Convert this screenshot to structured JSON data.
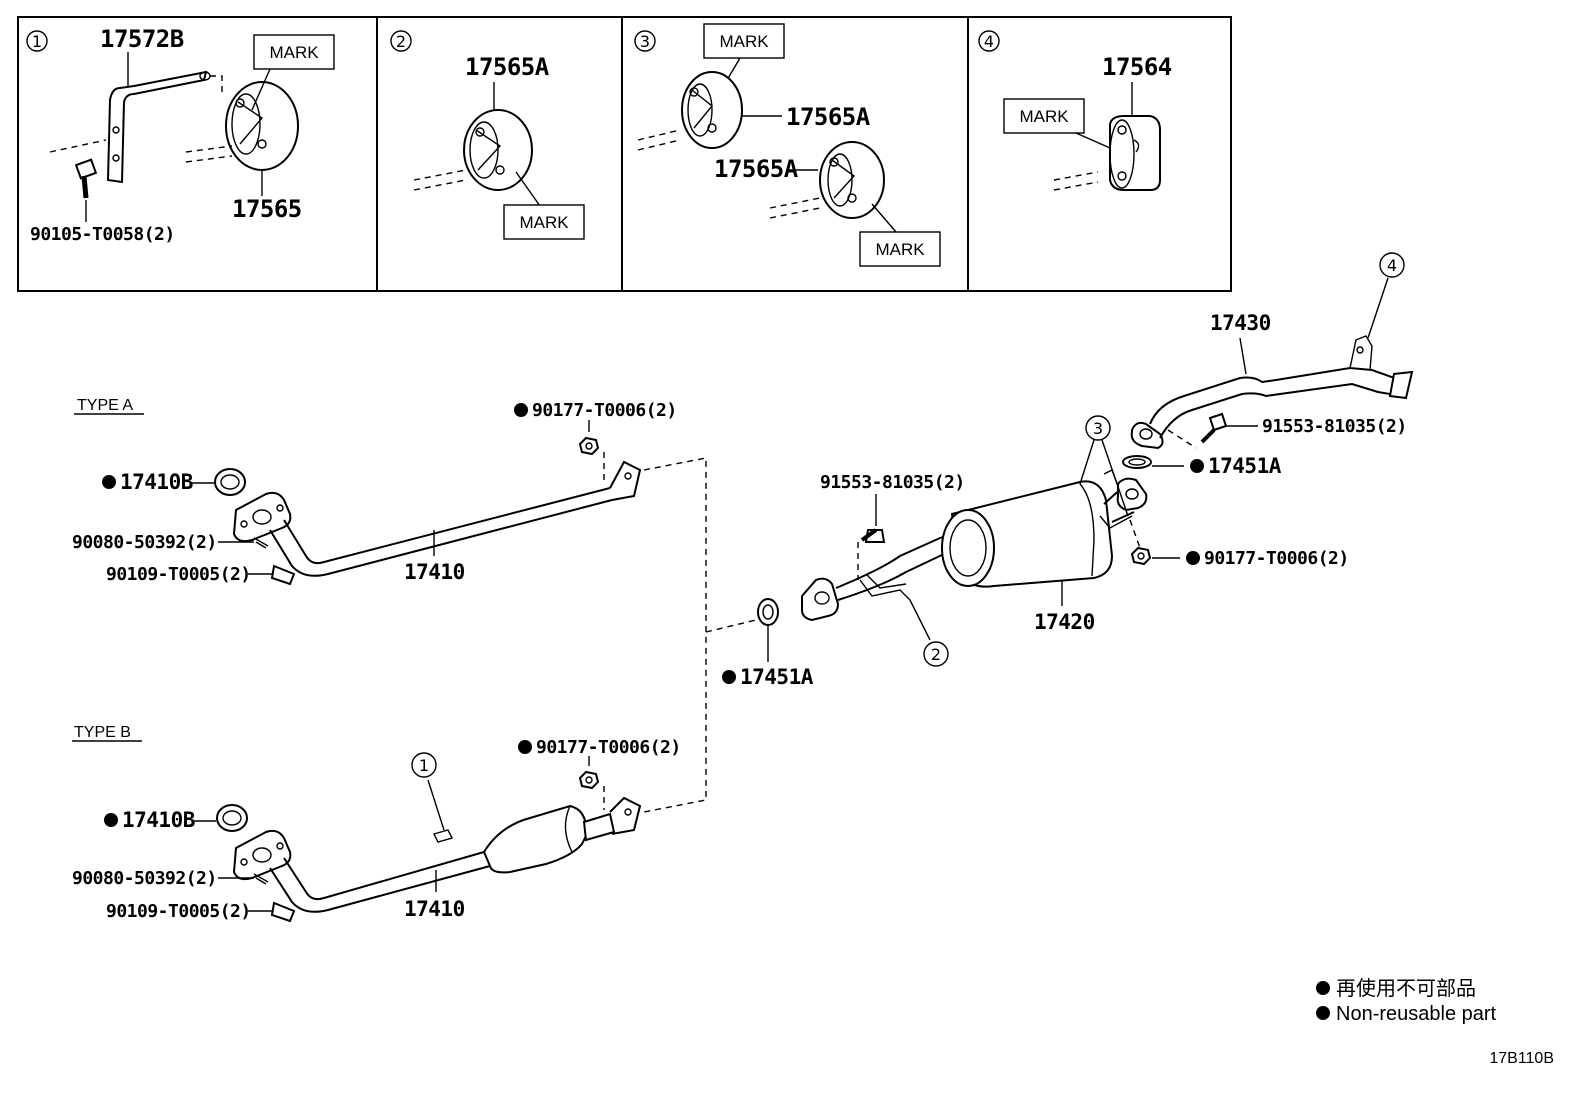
{
  "panels": {
    "p1": {
      "num": "1",
      "part_a": "17572B",
      "part_b": "17565",
      "bolt": "90105-T0058(2)",
      "mark": "MARK"
    },
    "p2": {
      "num": "2",
      "part": "17565A",
      "mark": "MARK"
    },
    "p3": {
      "num": "3",
      "part_a": "17565A",
      "part_b": "17565A",
      "mark_a": "MARK",
      "mark_b": "MARK"
    },
    "p4": {
      "num": "4",
      "part": "17564",
      "mark": "MARK"
    }
  },
  "type_a": {
    "label": "TYPE A",
    "gasket": "17410B",
    "stud": "90080-50392(2)",
    "bolt": "90109-T0005(2)",
    "nut": "90177-T0006(2)",
    "pipe": "17410"
  },
  "type_b": {
    "label": "TYPE B",
    "gasket": "17410B",
    "stud": "90080-50392(2)",
    "bolt": "90109-T0005(2)",
    "nut": "90177-T0006(2)",
    "pipe": "17410",
    "callout": "1"
  },
  "center": {
    "gasket": "17451A",
    "bolt_left": "91553-81035(2)",
    "muffler": "17420",
    "callout_2": "2",
    "callout_3": "3",
    "nut_right": "90177-T0006(2)",
    "tail_pipe": "17430",
    "callout_4": "4",
    "bolt_right": "91553-81035(2)",
    "gasket_right": "17451A"
  },
  "legend": {
    "line_ja": "再使用不可部品",
    "line_en": "Non-reusable part"
  },
  "diagram_code": "17B110B"
}
